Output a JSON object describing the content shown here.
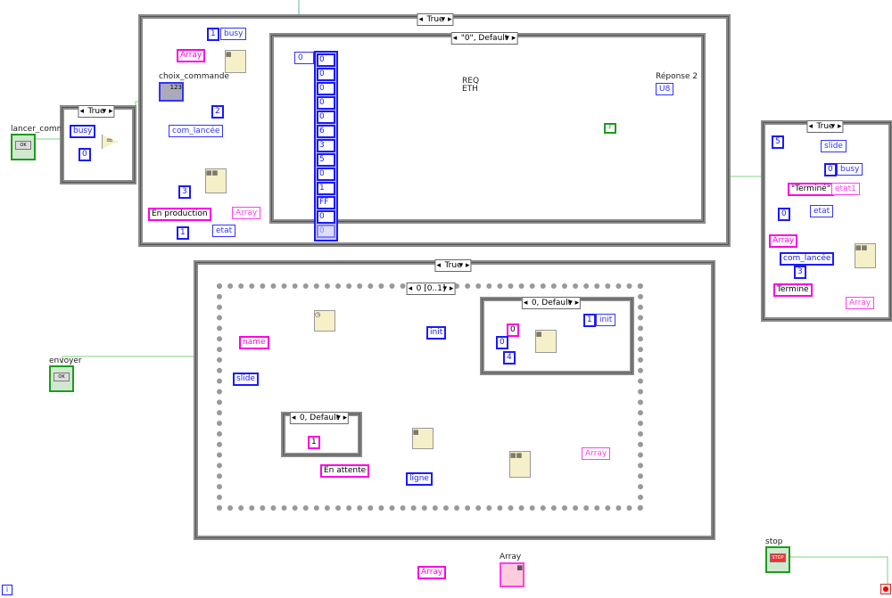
{
  "cases": {
    "top_outer": "True",
    "top_inner": "\"0\", Default",
    "left_small": "True",
    "right": "True",
    "bottom": "True",
    "sequence": "0 [0..1]",
    "seq_inner": "0, Default",
    "seq_small": "0, Default"
  },
  "controls": {
    "lancer": "lancer_commande",
    "envoyer": "envoyer",
    "stop": "stop",
    "choix": "choix_commande",
    "ok": "OK",
    "stop_btn": "STOP",
    "reponse": "Réponse 2",
    "reponse_type": "U8",
    "array_ind": "Array",
    "choix_type": "123"
  },
  "top": {
    "busy_const": "1",
    "busy_local": "busy",
    "array_local": "Array",
    "index_const": "2",
    "com_lancee": "com_lancée",
    "row_const": "3",
    "en_production": "En production",
    "array_out": "Array",
    "etat_const": "1",
    "etat_global": "etat",
    "array_index": "0",
    "array_values": [
      "0",
      "0",
      "0",
      "0",
      "0",
      "6",
      "3",
      "5",
      "0",
      "1",
      "FF",
      "0",
      "0"
    ],
    "req": "REQ",
    "eth": "ETH",
    "false_const": "F"
  },
  "left": {
    "busy": "busy",
    "zero": "0"
  },
  "right": {
    "c5": "5",
    "slide": "slide",
    "c0": "0",
    "busy": "busy",
    "termine_str": "\"Terminé\"",
    "etat1": "etat1",
    "c0b": "0",
    "etat": "etat",
    "array": "Array",
    "com_lancee": "com_lancée",
    "c3": "3",
    "termine": "Terminé",
    "array_out": "Array"
  },
  "bottom": {
    "name": "name",
    "slide": "slide",
    "one": "1",
    "en_attente": "En attente",
    "ligne": "ligne",
    "init": "init",
    "c0p": "0",
    "c0": "0",
    "c4": "4",
    "c1": "1",
    "init_out": "init",
    "array_out": "Array"
  },
  "footer": {
    "array_local": "Array",
    "info": "i"
  }
}
